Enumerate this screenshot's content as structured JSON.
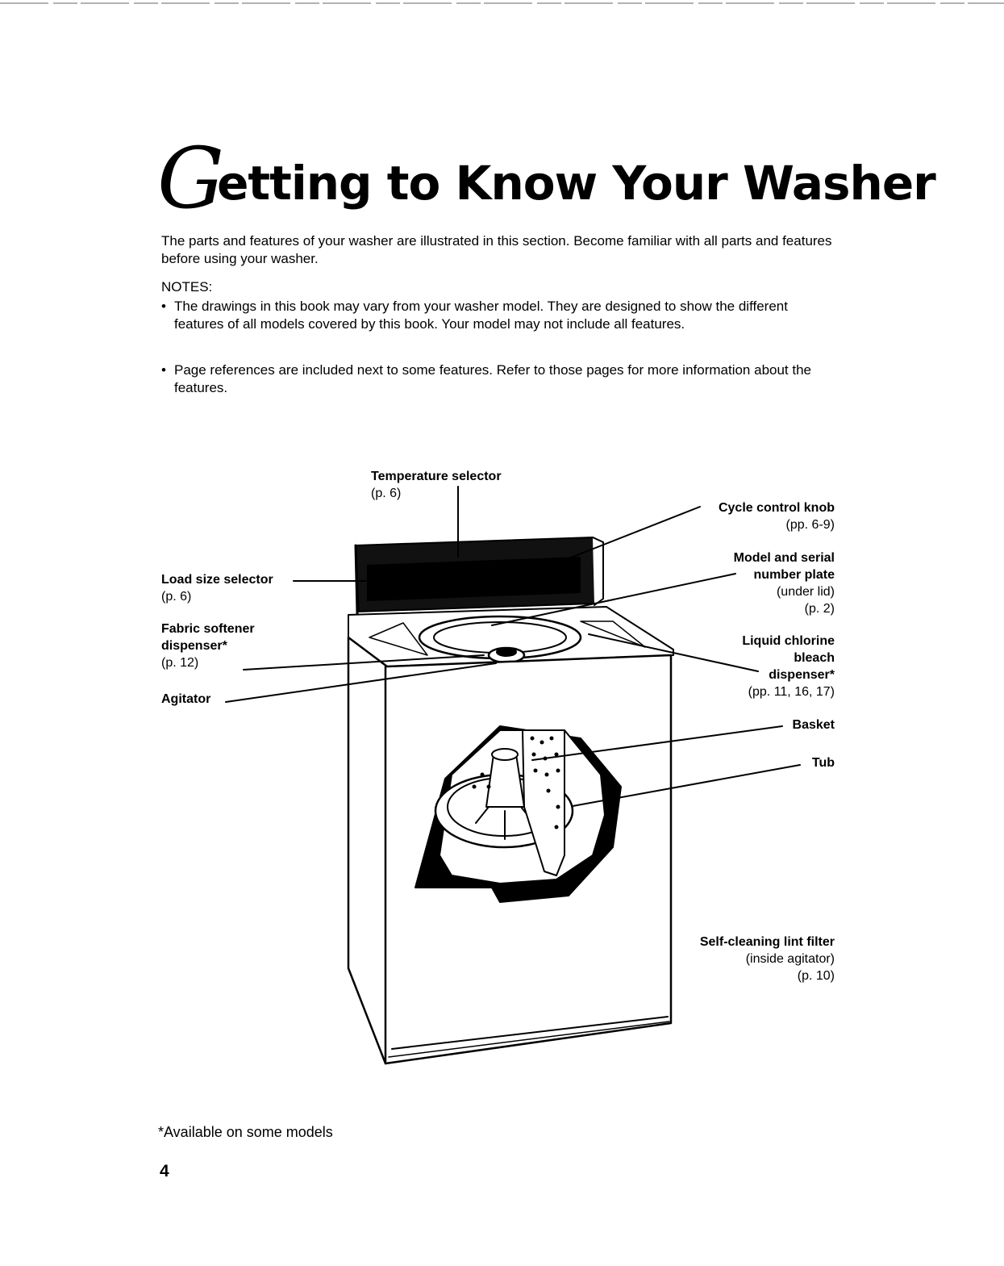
{
  "title": {
    "initial": "G",
    "rest": "etting to Know Your Washer"
  },
  "intro": "The parts and features of your washer are illustrated in this section. Become familiar with all parts and features before using your washer.",
  "notes": {
    "heading": "NOTES:",
    "bullets": [
      "The drawings in this book may vary from your washer model. They are designed to show the different features of all models covered by this book. Your model may not include all features.",
      "Page references are included next to some features. Refer to those pages for more information about the features."
    ]
  },
  "labels": {
    "temperature_selector": {
      "name": "Temperature selector",
      "ref": "(p. 6)"
    },
    "cycle_control_knob": {
      "name": "Cycle control knob",
      "ref": "(pp. 6-9)"
    },
    "model_serial_plate": {
      "name_line1": "Model and serial",
      "name_line2": "number plate",
      "note": "(under lid)",
      "ref": "(p. 2)"
    },
    "liquid_bleach": {
      "name_line1": "Liquid chlorine",
      "name_line2": "bleach",
      "name_line3": "dispenser*",
      "ref": "(pp. 11, 16, 17)"
    },
    "basket": {
      "name": "Basket"
    },
    "tub": {
      "name": "Tub"
    },
    "lint_filter": {
      "name": "Self-cleaning lint filter",
      "note": "(inside agitator)",
      "ref": "(p. 10)"
    },
    "load_size_selector": {
      "name": "Load size selector",
      "ref": "(p. 6)"
    },
    "fabric_softener": {
      "name_line1": "Fabric softener",
      "name_line2": "dispenser*",
      "ref": "(p. 12)"
    },
    "agitator": {
      "name": "Agitator"
    }
  },
  "footnote": "*Available on some models",
  "page_number": "4"
}
